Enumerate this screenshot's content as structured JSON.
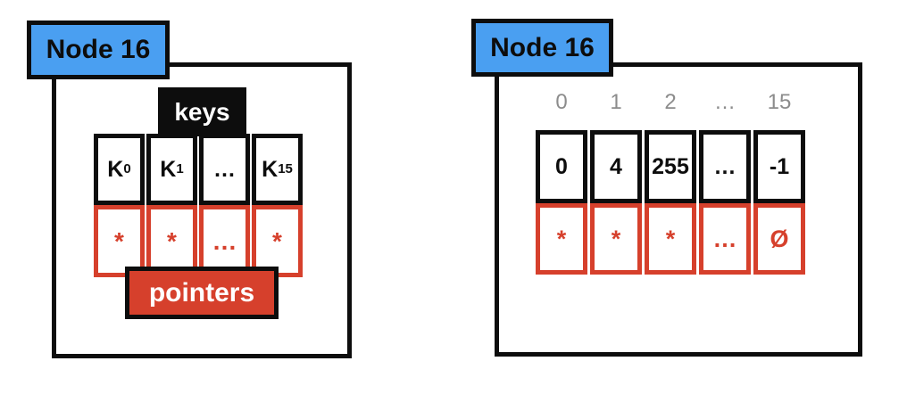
{
  "colors": {
    "badge_blue": "#4a9ff1",
    "pointer_red": "#d6402c",
    "ink_black": "#0d0d0d",
    "index_gray": "#8c8c8c"
  },
  "left_node": {
    "title": "Node 16",
    "keys_label": "keys",
    "pointers_label": "pointers",
    "key_cells": [
      {
        "base": "K",
        "sub": "0"
      },
      {
        "base": "K",
        "sub": "1"
      },
      {
        "base": "…",
        "sub": ""
      },
      {
        "base": "K",
        "sub": "15"
      }
    ],
    "pointer_cells": [
      "*",
      "*",
      "…",
      "*"
    ]
  },
  "right_node": {
    "title": "Node 16",
    "index_labels": [
      "0",
      "1",
      "2",
      "…",
      "15"
    ],
    "value_cells": [
      "0",
      "4",
      "255",
      "…",
      "-1"
    ],
    "pointer_cells": [
      "*",
      "*",
      "*",
      "…",
      "Ø"
    ]
  }
}
